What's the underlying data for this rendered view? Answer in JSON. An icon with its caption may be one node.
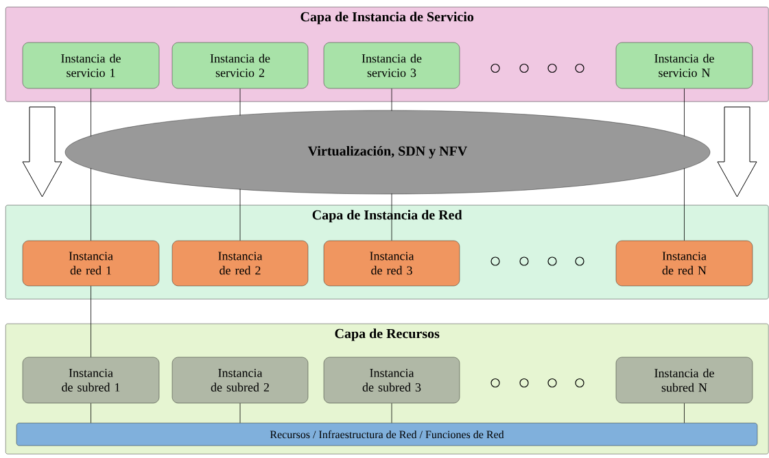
{
  "diagram": {
    "nodes": [
      {
        "text": [
          "Capa de Instancia de Servicio"
        ]
      },
      {
        "text": [
          "Instancia de servicio 1"
        ],
        "in": 0
      },
      {
        "text": [
          "Instancia de servicio 2"
        ],
        "in": 0
      },
      {
        "text": [
          "Instancia de servicio 3"
        ],
        "in": 0
      },
      {
        "text": [],
        "shape": "circle",
        "in": 0
      },
      {
        "text": [],
        "shape": "circle",
        "in": 0
      },
      {
        "text": [],
        "shape": "circle",
        "in": 0
      },
      {
        "text": [],
        "shape": "circle",
        "in": 0
      },
      {
        "text": [
          "Instancia de servicio N"
        ],
        "in": 0
      },
      {
        "text": [
          "Virtualización, SDN y NFV"
        ]
      },
      {
        "text": [
          "Capa de Instancia de Red"
        ]
      },
      {
        "text": [
          "Instancia de red 1"
        ],
        "in": 10
      },
      {
        "text": [
          "Instancia de red 2"
        ],
        "in": 10
      },
      {
        "text": [
          "Instancia de red 3"
        ],
        "in": 10
      },
      {
        "text": [],
        "shape": "circle",
        "in": 10
      },
      {
        "text": [],
        "shape": "circle",
        "in": 10
      },
      {
        "text": [],
        "shape": "circle",
        "in": 10
      },
      {
        "text": [],
        "shape": "circle",
        "in": 10
      },
      {
        "text": [
          "Instancia de red N"
        ],
        "in": 10
      },
      {
        "text": [
          "Capa de Recursos"
        ]
      },
      {
        "text": [
          "Instancia de subred 1"
        ],
        "in": 19
      },
      {
        "text": [
          "Instancia de subred 2"
        ],
        "in": 19
      },
      {
        "text": [
          "Instancia de subred 3"
        ],
        "in": 19
      },
      {
        "text": [],
        "shape": "circle",
        "in": 19
      },
      {
        "text": [],
        "shape": "circle",
        "in": 19
      },
      {
        "text": [],
        "shape": "circle",
        "in": 19
      },
      {
        "text": [],
        "shape": "circle",
        "in": 19
      },
      {
        "text": [
          "Instancia de subred N"
        ],
        "in": 19
      },
      {
        "text": [
          "Recursos / Infraestructura de Red / Funciones de Red"
        ],
        "in": 19
      }
    ],
    "edges": [
      {
        "from": 1,
        "to": 9,
        "arrow": "none"
      },
      {
        "from": 2,
        "to": 9,
        "arrow": "none"
      },
      {
        "from": 3,
        "to": 9,
        "arrow": "none"
      },
      {
        "from": 8,
        "to": 9,
        "arrow": "none"
      },
      {
        "from": 9,
        "to": 11,
        "arrow": "none"
      },
      {
        "from": 9,
        "to": 12,
        "arrow": "none"
      },
      {
        "from": 9,
        "to": 13,
        "arrow": "none"
      },
      {
        "from": 9,
        "to": 18,
        "arrow": "none"
      },
      {
        "from": 11,
        "to": 20,
        "arrow": "none"
      },
      {
        "from": 20,
        "to": 28,
        "arrow": "none"
      },
      {
        "from": 21,
        "to": 28,
        "arrow": "none"
      },
      {
        "from": 22,
        "to": 28,
        "arrow": "none"
      },
      {
        "from": 27,
        "to": 28,
        "arrow": "none"
      },
      {
        "from": 0,
        "to": 10,
        "arrow": "to"
      },
      {
        "from": 0,
        "to": 10,
        "arrow": "to"
      }
    ]
  }
}
